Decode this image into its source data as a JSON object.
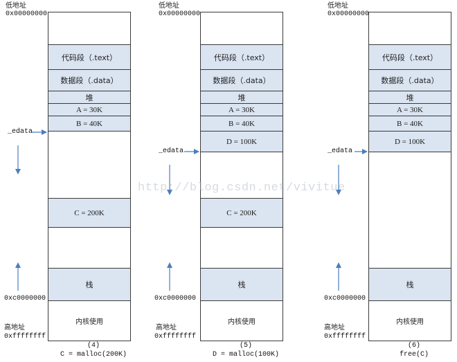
{
  "labels": {
    "low_addr": "低地址",
    "low_hex": "0x00000000",
    "high_addr": "高地址",
    "high_hex": "0xffffffff",
    "stack_hex": "0xc0000000",
    "edata": "_edata"
  },
  "segments": {
    "text": "代码段（.text）",
    "data": "数据段（.data）",
    "heap": "堆",
    "stack": "栈",
    "kernel": "内核使用"
  },
  "diagrams": [
    {
      "number": "(4)",
      "code": "C = malloc(200K)",
      "blocks": {
        "a": "A = 30K",
        "b": "B = 40K",
        "c": "C = 200K"
      }
    },
    {
      "number": "(5)",
      "code": "D = malloc(100K)",
      "blocks": {
        "a": "A = 30K",
        "b": "B = 40K",
        "d": "D = 100K",
        "c": "C = 200K"
      }
    },
    {
      "number": "(6)",
      "code": "free(C)",
      "blocks": {
        "a": "A = 30K",
        "b": "B = 40K",
        "d": "D = 100K"
      }
    }
  ],
  "watermark": "http://blog.csdn.net/vivitue",
  "colors": {
    "fill": "#dbe4f1",
    "border": "#3a3a3a",
    "arrow": "#4a7ebb"
  }
}
